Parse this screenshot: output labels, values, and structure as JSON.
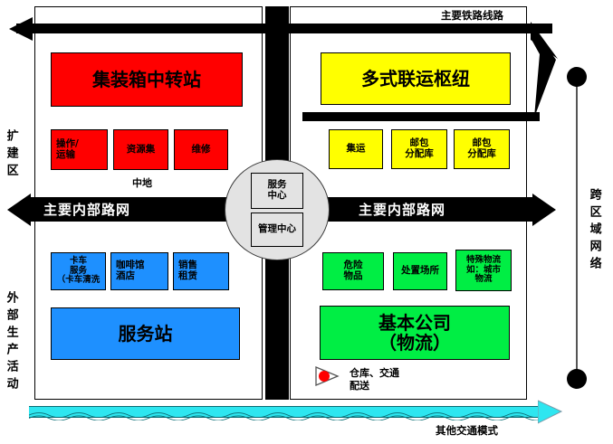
{
  "diagram": {
    "title": "Freight village / logistics hub layout",
    "colors": {
      "red": "#ff0000",
      "yellow": "#ffff00",
      "blue": "#1e90ff",
      "green": "#00ee44",
      "hub_grey": "#e3e3e3",
      "water_cyan": "#2ee6f0",
      "road_black": "#000000"
    }
  },
  "side_labels": {
    "left": "扩建区",
    "left_lower": "外部生产活动",
    "right": "跨区域网络"
  },
  "corridors": {
    "rail_top": "主要铁路线路",
    "road_left": "主要内部路网",
    "road_right": "主要内部路网",
    "water_bottom": "其他交通模式",
    "middle_land": "中地"
  },
  "hub": {
    "service_center": "服务\n中心",
    "management_center": "管理中心"
  },
  "quadrants": {
    "top_left": {
      "main": "集装箱中转站",
      "sub": [
        "操作/\n运输",
        "资源集",
        "维修"
      ]
    },
    "top_right": {
      "main": "多式联运枢纽",
      "sub": [
        "集运",
        "邮包\n分配库",
        "邮包\n分配库"
      ]
    },
    "bottom_left": {
      "main": "服务站",
      "sub": [
        "卡车\n服务\n（卡车清洗",
        "咖啡馆\n酒店",
        "销售\n租赁"
      ]
    },
    "bottom_right": {
      "main": "基本公司\n（物流）",
      "sub": [
        "危险\n物品",
        "处置场所",
        "特殊物流\n如：城市\n物流"
      ]
    }
  },
  "legend": {
    "marker_icon": "red-dot-triangle-icon",
    "marker_label": "仓库、交通\n配送"
  }
}
